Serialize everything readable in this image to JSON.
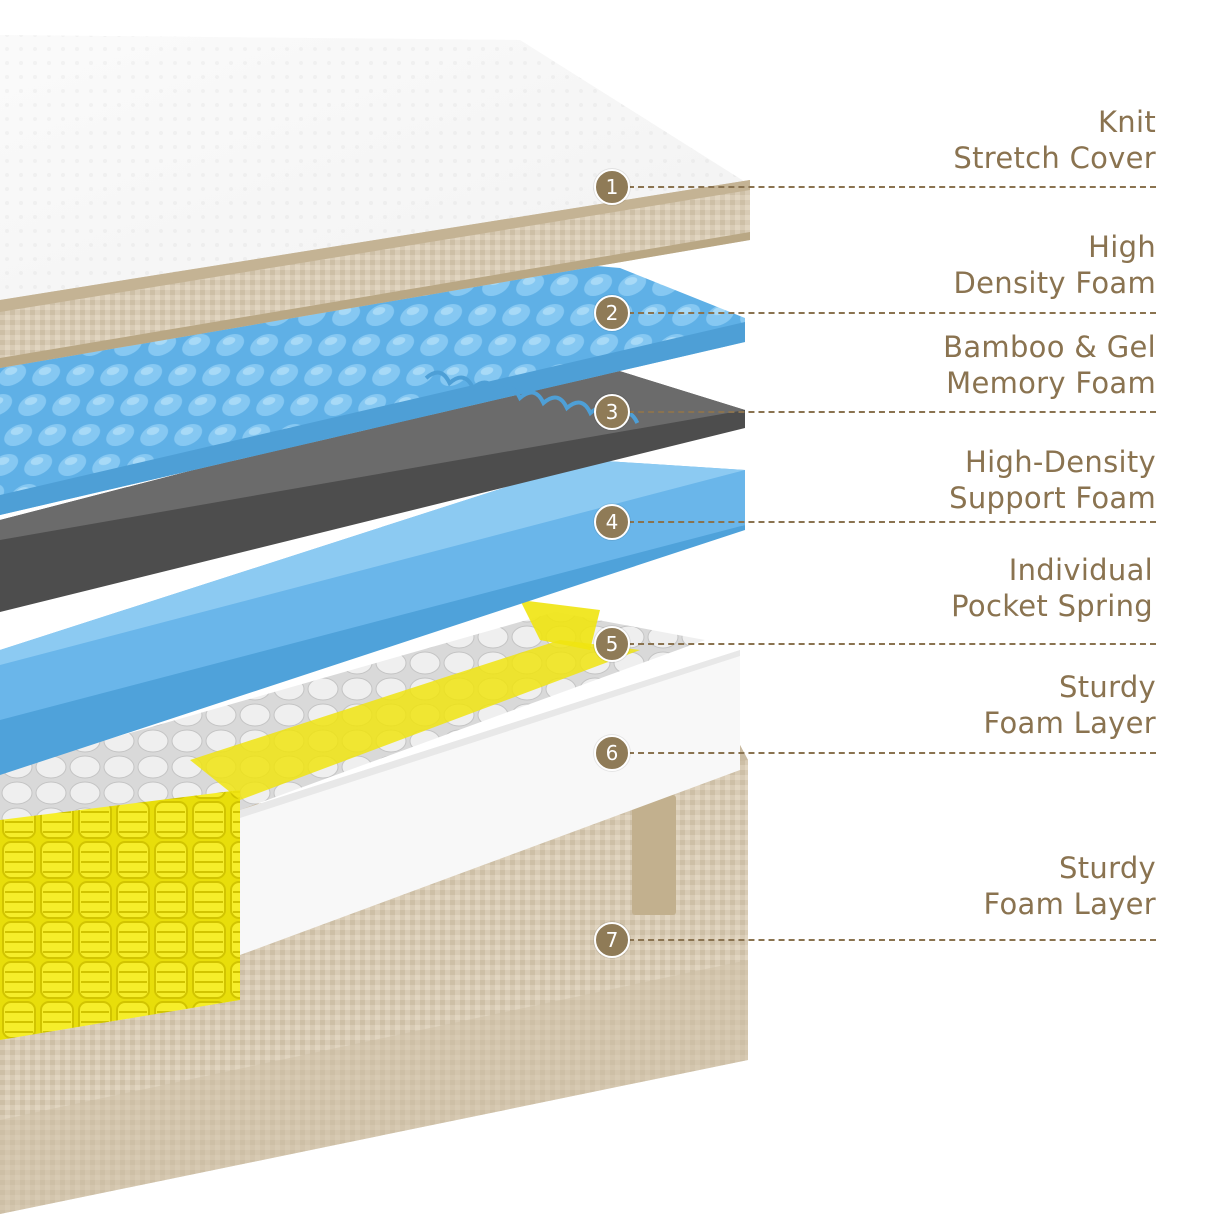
{
  "layers": [
    {
      "number": "1",
      "line1": "Knit",
      "line2": "Stretch Cover"
    },
    {
      "number": "2",
      "line1": "High",
      "line2": "Density Foam"
    },
    {
      "number": "3",
      "line1": "Bamboo & Gel",
      "line2": "Memory Foam"
    },
    {
      "number": "4",
      "line1": "High-Density",
      "line2": "Support Foam"
    },
    {
      "number": "5",
      "line1": "Individual",
      "line2": "Pocket Spring"
    },
    {
      "number": "6",
      "line1": "Sturdy",
      "line2": "Foam Layer"
    },
    {
      "number": "7",
      "line1": "Sturdy",
      "line2": "Foam Layer"
    }
  ],
  "colors": {
    "label_text": "#8a7350",
    "marker_fill": "#8f7b57",
    "cover_white": "#f4f4f4",
    "fabric_beige": "#d8cbb5",
    "foam_blue": "#6fb8ea",
    "memory_foam_dark": "#4a4a4a",
    "spring_yellow": "#f2e60c",
    "spring_white": "#e6e6e6"
  }
}
